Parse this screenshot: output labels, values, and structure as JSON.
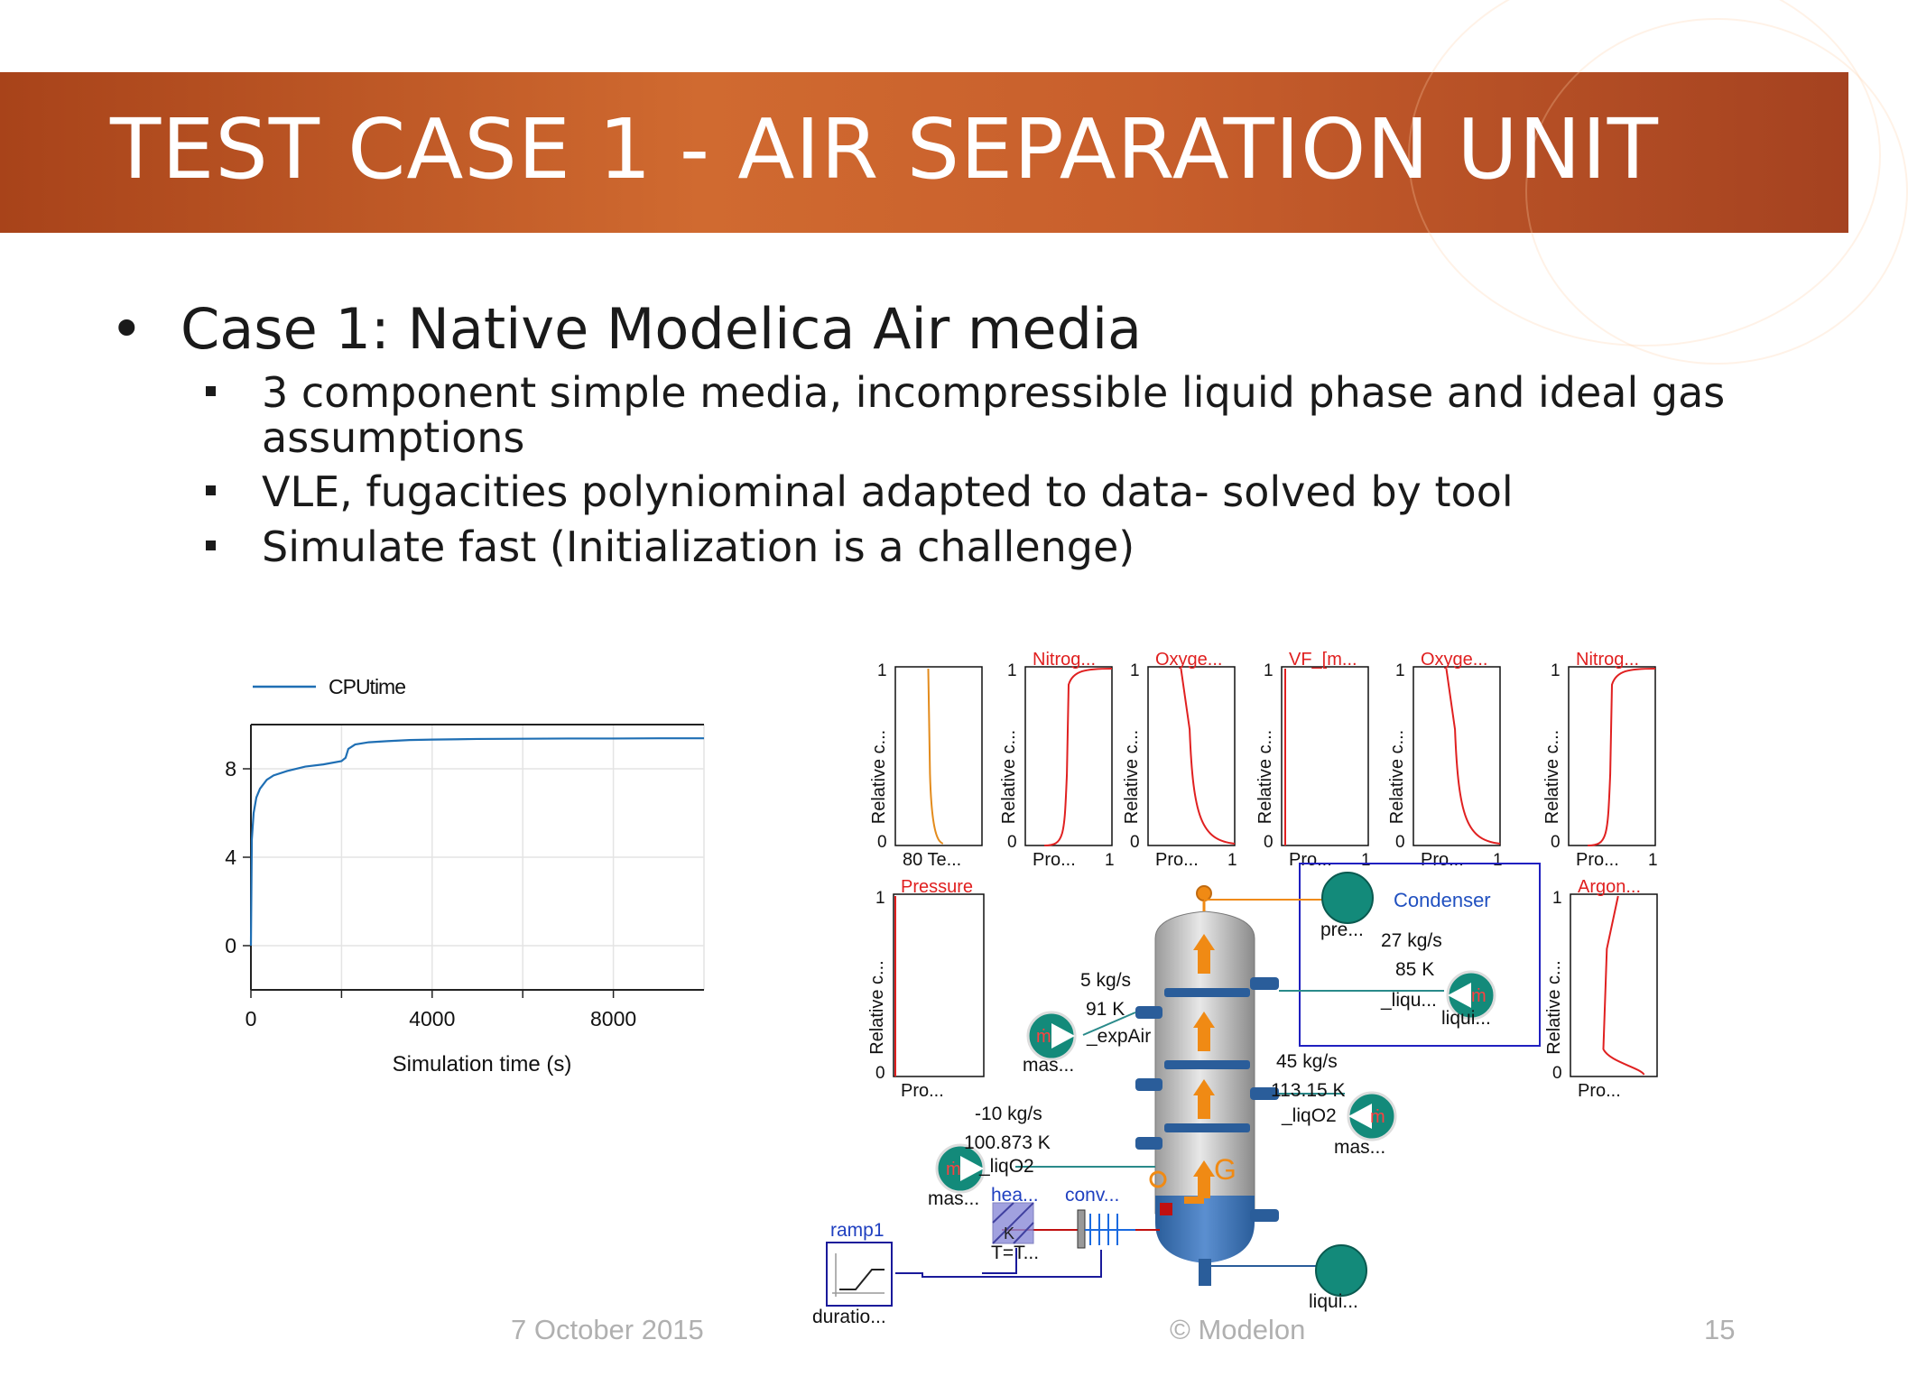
{
  "slide": {
    "title": "TEST CASE 1 - AIR SEPARATION UNIT",
    "bullet_main": "Case 1: Native Modelica Air media",
    "sub_bullets": [
      "3 component simple media, incompressible liquid phase and ideal gas",
      "assumptions",
      "VLE, fugacities polyniominal adapted to data- solved by tool",
      "Simulate fast (Initialization is a challenge)"
    ],
    "footer": {
      "date": "7 October 2015",
      "copyright": "© Modelon",
      "page_number": "15"
    },
    "accent_color": "#c8602c"
  },
  "chart_data": {
    "type": "line",
    "series": [
      {
        "name": "CPUtime",
        "color": "#1f6fb4",
        "x": [
          0,
          20,
          60,
          120,
          200,
          350,
          500,
          800,
          1200,
          1600,
          2000,
          2090,
          2150,
          2300,
          2600,
          3000,
          3500,
          4000,
          5000,
          6000,
          7000,
          8000,
          9000,
          10000
        ],
        "y": [
          0,
          4.8,
          6.0,
          6.7,
          7.1,
          7.5,
          7.7,
          7.9,
          8.1,
          8.2,
          8.35,
          8.5,
          8.9,
          9.1,
          9.2,
          9.25,
          9.3,
          9.32,
          9.35,
          9.36,
          9.37,
          9.37,
          9.38,
          9.38
        ]
      }
    ],
    "xlabel": "Simulation time (s)",
    "xticks": [
      "0",
      "4000",
      "8000"
    ],
    "yticks": [
      "0",
      "4",
      "8"
    ],
    "xlim": [
      0,
      10000
    ],
    "ylim": [
      -2,
      10
    ],
    "grid": true,
    "legend": "top-left"
  },
  "diagram": {
    "plots_top": [
      {
        "title": "",
        "ylabel": "Relative c...",
        "xlabel": "80 Te...",
        "y_max": "1",
        "y_min": "0",
        "x_max": "",
        "color": "#e38b1c",
        "curve": "pressure_like"
      },
      {
        "title": "Nitrog...",
        "ylabel": "Relative c...",
        "xlabel": "Pro...",
        "y_max": "1",
        "y_min": "0",
        "x_max": "1",
        "color": "#e02020",
        "curve": "rise"
      },
      {
        "title": "Oxyge...",
        "ylabel": "Relative c...",
        "xlabel": "Pro...",
        "y_max": "1",
        "y_min": "0",
        "x_max": "1",
        "color": "#e02020",
        "curve": "fall"
      },
      {
        "title": "VF_[m...",
        "ylabel": "Relative c...",
        "xlabel": "Pro...",
        "y_max": "1",
        "y_min": "0",
        "x_max": "1",
        "color": "#e02020",
        "curve": "vertical"
      },
      {
        "title": "Oxyge...",
        "ylabel": "Relative c...",
        "xlabel": "Pro...",
        "y_max": "1",
        "y_min": "0",
        "x_max": "1",
        "color": "#e02020",
        "curve": "fall"
      },
      {
        "title": "Nitrog...",
        "ylabel": "Relative c...",
        "xlabel": "Pro...",
        "y_max": "1",
        "y_min": "0",
        "x_max": "1",
        "color": "#e02020",
        "curve": "rise"
      }
    ],
    "plot_pressure": {
      "title": "Pressure",
      "ylabel": "Relative c...",
      "xlabel": "Pro...",
      "y_max": "1",
      "y_min": "0"
    },
    "plot_argon": {
      "title": "Argon...",
      "ylabel": "Relative c...",
      "xlabel": "Pro...",
      "y_max": "1",
      "y_min": "0"
    },
    "condenser_label": "Condenser",
    "labels": {
      "pre": "pre...",
      "cond_flow": "27 kg/s",
      "cond_temp": "85 K",
      "cond_liq": "_liqu...",
      "liqui_1": "liqui...",
      "feed_flow": "5 kg/s",
      "feed_temp": "91 K",
      "feed_name": "_expAir",
      "mas_1": "mas...",
      "mid_flow": "45 kg/s",
      "mid_temp": "113.15 K",
      "mid_name": "_liqO2",
      "mas_2": "mas...",
      "bot_flow": "-10 kg/s",
      "bot_temp": "100.873 K",
      "bot_name": "_liqO2",
      "mas_3": "mas...",
      "hea": "hea...",
      "conv": "conv...",
      "t_label": "T=T...",
      "ramp": "ramp1",
      "duration": "duratio...",
      "liqui_2": "liqui...",
      "g_mark": "G",
      "m_symbol": "ṁ",
      "k_mark": "K"
    }
  }
}
